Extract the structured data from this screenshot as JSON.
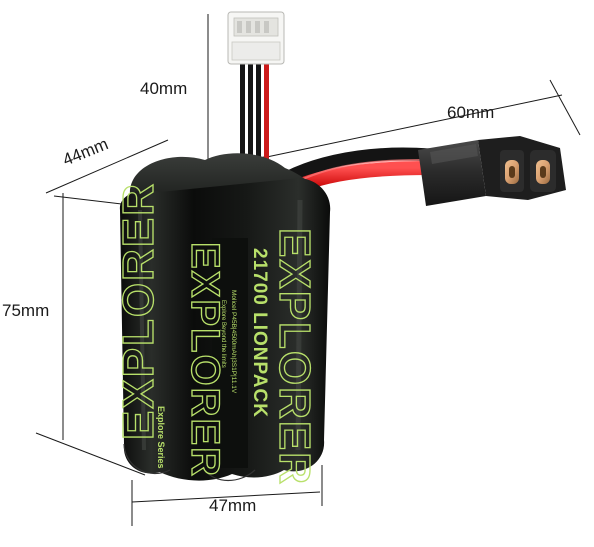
{
  "dimensions": {
    "height_connector": "40mm",
    "width_cable": "60mm",
    "depth": "44mm",
    "height_pack": "75mm",
    "width_pack": "47mm"
  },
  "battery": {
    "brand_text": "EXPLORER",
    "model": "21700 LIONPACK",
    "slogan": "Explore Beyond the limits",
    "spec": "Molicel P45B|4500mAh|3S1P|11.1V",
    "series": "Explore Series"
  },
  "colors": {
    "wrap": "#0d0f0d",
    "accent": "#b8e06a",
    "cable_red": "#d41414",
    "connector": "#2a2a2a",
    "contact": "#d9a070",
    "line": "#1a1a1a"
  }
}
